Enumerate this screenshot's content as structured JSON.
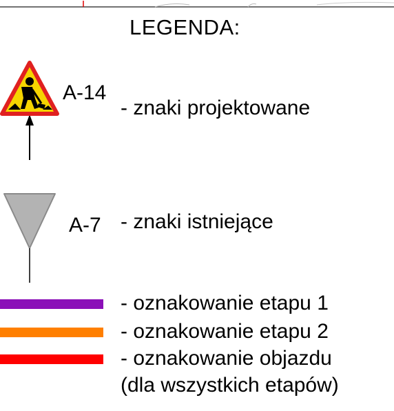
{
  "title": "LEGENDA:",
  "items": {
    "designed": {
      "code": "A-14",
      "description": "- znaki projektowane",
      "icon": "road-works-sign-icon"
    },
    "existing": {
      "code": "A-7",
      "description": "- znaki istniejące",
      "icon": "yield-sign-icon"
    }
  },
  "lines": [
    {
      "label": "- oznakowanie etapu 1",
      "color": "#8B10B8"
    },
    {
      "label": "- oznakowanie etapu 2",
      "color": "#FF7F00"
    },
    {
      "label": "- oznakowanie objazdu",
      "color": "#FF0000"
    }
  ],
  "lines_note": "(dla wszystkich etapów)"
}
